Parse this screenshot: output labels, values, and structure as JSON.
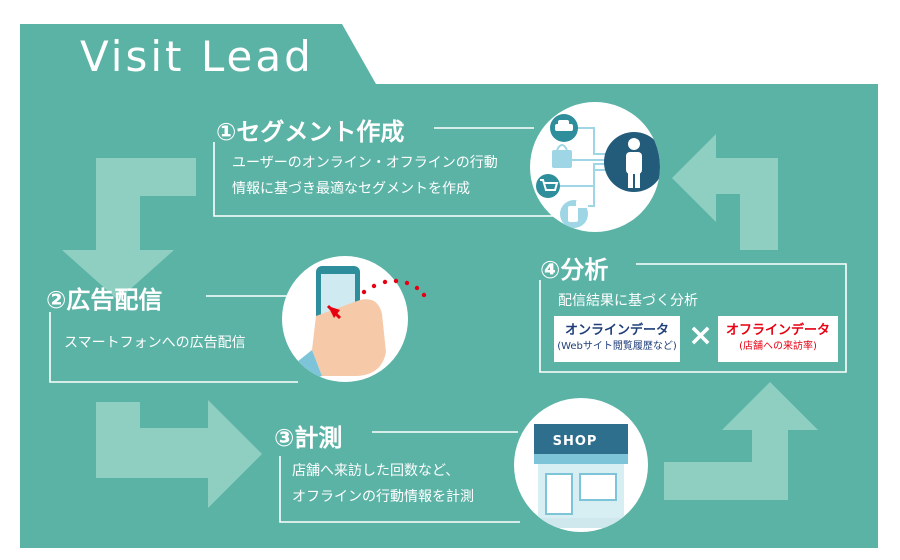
{
  "title": "Visit Lead",
  "colors": {
    "teal": "#5BB3A6",
    "arrow": "#8FCFC2",
    "navy": "#1F3E7A",
    "red": "#E60012",
    "icon_teal": "#2E8E9C",
    "icon_dark": "#235C7A"
  },
  "steps": [
    {
      "title": "①セグメント作成",
      "lines": [
        "ユーザーのオンライン・オフラインの行動",
        "情報に基づき最適なセグメントを作成"
      ]
    },
    {
      "title": "②広告配信",
      "lines": [
        "スマートフォンへの広告配信"
      ]
    },
    {
      "title": "③計測",
      "lines": [
        "店舗へ来訪した回数など、",
        "オフラインの行動情報を計測"
      ]
    },
    {
      "title": "④分析",
      "lines": [
        "配信結果に基づく分析"
      ]
    }
  ],
  "analysis": {
    "online": {
      "label": "オンラインデータ",
      "note": "(Webサイト閲覧履歴など)"
    },
    "times": "×",
    "offline": {
      "label": "オフラインデータ",
      "note": "(店舗への来訪率)"
    }
  },
  "shop_sign": "SHOP",
  "icons": [
    "car-icon",
    "bag-icon",
    "cart-icon",
    "chat-phone-icon",
    "person-icon",
    "smartphone-hand-icon",
    "shop-building-icon"
  ]
}
